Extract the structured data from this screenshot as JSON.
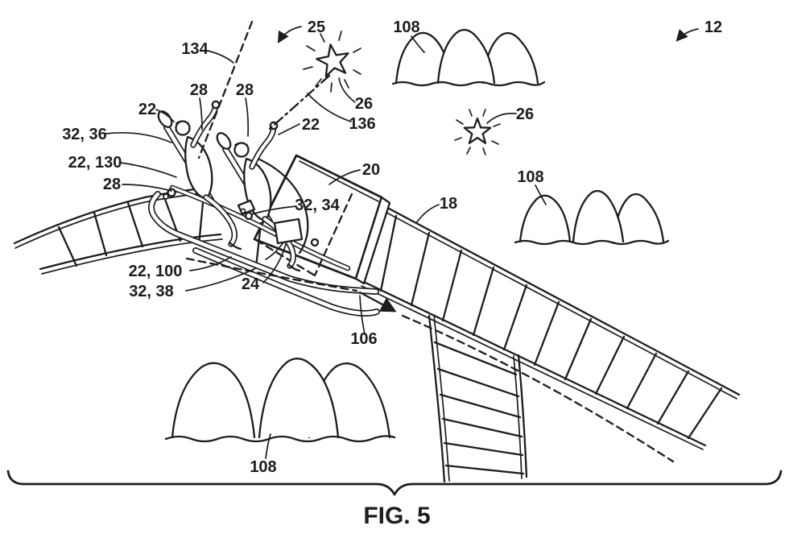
{
  "figure": {
    "caption": "FIG. 5",
    "ink_color": "#1d1d1d",
    "background_color": "#ffffff",
    "labels": {
      "ref_25": "25",
      "ref_134": "134",
      "ref_12": "12",
      "ref_108_top": "108",
      "ref_108_right": "108",
      "ref_108_bottom": "108",
      "ref_26_top": "26",
      "ref_26_mid": "26",
      "ref_136": "136",
      "ref_28_left": "28",
      "ref_28_right": "28",
      "ref_28_lower": "28",
      "ref_22_left": "22",
      "ref_22_mid": "22",
      "ref_32_36": "32, 36",
      "ref_22_130": "22, 130",
      "ref_20": "20",
      "ref_18": "18",
      "ref_32_34": "32, 34",
      "ref_22_100": "22, 100",
      "ref_32_38": "32, 38",
      "ref_24": "24",
      "ref_106": "106"
    }
  }
}
